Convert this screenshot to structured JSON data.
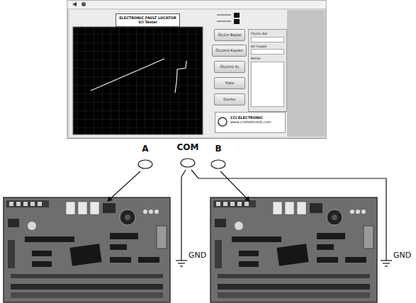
{
  "diagram": {
    "nodes": [
      {
        "text": [
          "ELECTRONIC FAULT LOCATOR",
          "V/I Tester"
        ]
      },
      {
        "text": [
          "Ölçüm Başlat"
        ]
      },
      {
        "text": [
          "Ölçümü Kaydet"
        ]
      },
      {
        "text": [
          "Ölçümü Aç"
        ]
      },
      {
        "text": [
          "Yükle"
        ]
      },
      {
        "text": [
          "Durdur"
        ]
      },
      {
        "text": [
          "Ölçüm Adı",
          "Ad Soyadı",
          "Notlar"
        ]
      },
      {
        "text": [
          "CCI ELECTRONIC",
          "www.ccielektronik.com"
        ]
      },
      {
        "text": [
          "A"
        ]
      },
      {
        "text": [
          "COM"
        ]
      },
      {
        "text": [
          "B"
        ]
      }
    ],
    "labels": [
      "GND",
      "GND"
    ]
  }
}
